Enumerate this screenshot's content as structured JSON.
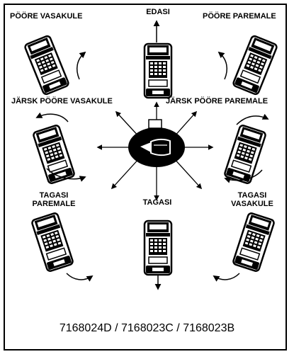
{
  "labels": {
    "forward": "EDASI",
    "turn_left": "PÖÖRE VASAKULE",
    "turn_right": "PÖÖRE PAREMALE",
    "sharp_left": "JÄRSK PÖÖRE VASAKULE",
    "sharp_right": "JÄRSK PÖÖRE PAREMALE",
    "back": "TAGASI",
    "back_right_line1": "TAGASI",
    "back_right_line2": "PAREMALE",
    "back_left_line1": "TAGASI",
    "back_left_line2": "VASAKULE"
  },
  "part_numbers": "7168024D / 7168023C / 7168023B",
  "colors": {
    "ink": "#000000",
    "paper": "#ffffff"
  },
  "icons": [
    "remote-control-icon",
    "horn-icon"
  ]
}
